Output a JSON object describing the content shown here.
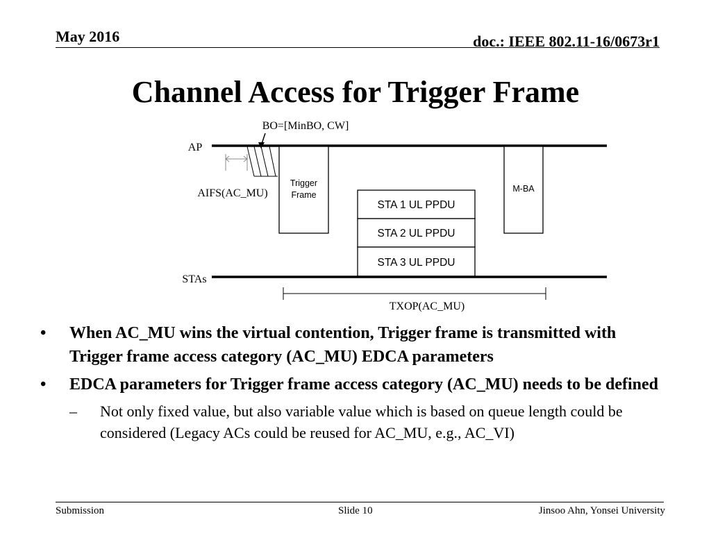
{
  "header": {
    "date": "May 2016",
    "doc_id": "doc.: IEEE 802.11-16/0673r1"
  },
  "title": "Channel Access for Trigger Frame",
  "diagram": {
    "bo_label": "BO=[MinBO, CW]",
    "ap_label": "AP",
    "aifs_label": "AIFS(AC_MU)",
    "trigger_frame_line1": "Trigger",
    "trigger_frame_line2": "Frame",
    "mba_label": "M-BA",
    "sta_ppdus": [
      "STA 1 UL PPDU",
      "STA 2 UL PPDU",
      "STA 3 UL PPDU"
    ],
    "stas_label": "STAs",
    "txop_label": "TXOP(AC_MU)"
  },
  "bullets": [
    "When AC_MU wins the virtual contention, Trigger frame is transmitted with Trigger frame access category (AC_MU) EDCA parameters",
    "EDCA parameters for Trigger frame access category (AC_MU) needs to be defined"
  ],
  "sub_bullet": "Not only fixed value, but also variable value which is based on queue length could be considered (Legacy ACs could be reused for AC_MU, e.g., AC_VI)",
  "footer": {
    "left": "Submission",
    "center": "Slide 10",
    "right": "Jinsoo Ahn, Yonsei University"
  },
  "symbols": {
    "bullet": "•",
    "dash": "–"
  }
}
